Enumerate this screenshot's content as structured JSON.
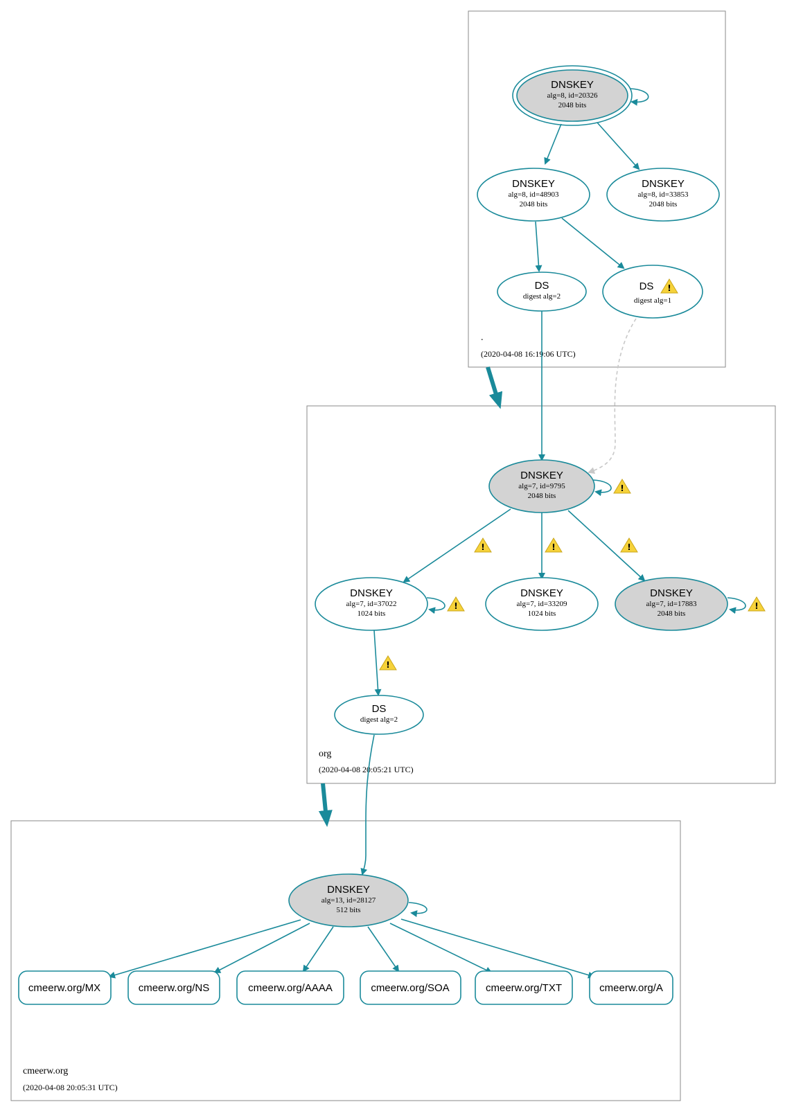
{
  "zones": {
    "root": {
      "name": ".",
      "timestamp": "(2020-04-08 16:19:06 UTC)"
    },
    "org": {
      "name": "org",
      "timestamp": "(2020-04-08 20:05:21 UTC)"
    },
    "cmeerw": {
      "name": "cmeerw.org",
      "timestamp": "(2020-04-08 20:05:31 UTC)"
    }
  },
  "nodes": {
    "root_ksk": {
      "title": "DNSKEY",
      "line1": "alg=8, id=20326",
      "line2": "2048 bits"
    },
    "root_zsk1": {
      "title": "DNSKEY",
      "line1": "alg=8, id=48903",
      "line2": "2048 bits"
    },
    "root_zsk2": {
      "title": "DNSKEY",
      "line1": "alg=8, id=33853",
      "line2": "2048 bits"
    },
    "root_ds1": {
      "title": "DS",
      "line1": "digest alg=2"
    },
    "root_ds2": {
      "title": "DS",
      "line1": "digest alg=1"
    },
    "org_ksk": {
      "title": "DNSKEY",
      "line1": "alg=7, id=9795",
      "line2": "2048 bits"
    },
    "org_zsk1": {
      "title": "DNSKEY",
      "line1": "alg=7, id=37022",
      "line2": "1024 bits"
    },
    "org_zsk2": {
      "title": "DNSKEY",
      "line1": "alg=7, id=33209",
      "line2": "1024 bits"
    },
    "org_ksk2": {
      "title": "DNSKEY",
      "line1": "alg=7, id=17883",
      "line2": "2048 bits"
    },
    "org_ds": {
      "title": "DS",
      "line1": "digest alg=2"
    },
    "cm_key": {
      "title": "DNSKEY",
      "line1": "alg=13, id=28127",
      "line2": "512 bits"
    }
  },
  "records": [
    "cmeerw.org/MX",
    "cmeerw.org/NS",
    "cmeerw.org/AAAA",
    "cmeerw.org/SOA",
    "cmeerw.org/TXT",
    "cmeerw.org/A"
  ],
  "colors": {
    "edge": "#1a8a9a",
    "zone_border": "#8a8a8a",
    "key_fill": "#d3d3d3",
    "warning": "#f6d23a"
  }
}
